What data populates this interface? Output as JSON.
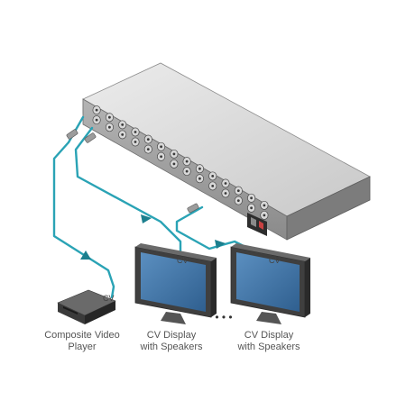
{
  "colors": {
    "cable": "#2aa3b5",
    "cable_dark": "#1b7f8e",
    "chassis_top": "#d9d9d9",
    "chassis_front": "#9a9a9a",
    "chassis_side": "#7c7c7c",
    "label_text": "#555555",
    "screen": "#3c6fa0"
  },
  "signal_label": "CV",
  "devices": {
    "player": {
      "line1": "Composite Video",
      "line2": "Player",
      "icon": "dvd-player-icon"
    },
    "display_1": {
      "line1": "CV Display",
      "line2": "with Speakers",
      "icon": "monitor-icon"
    },
    "display_2": {
      "line1": "CV Display",
      "line2": "with Speakers",
      "icon": "monitor-icon"
    }
  },
  "ellipsis": "• • •",
  "device_main": {
    "icon": "distribution-amplifier-rack-icon"
  }
}
